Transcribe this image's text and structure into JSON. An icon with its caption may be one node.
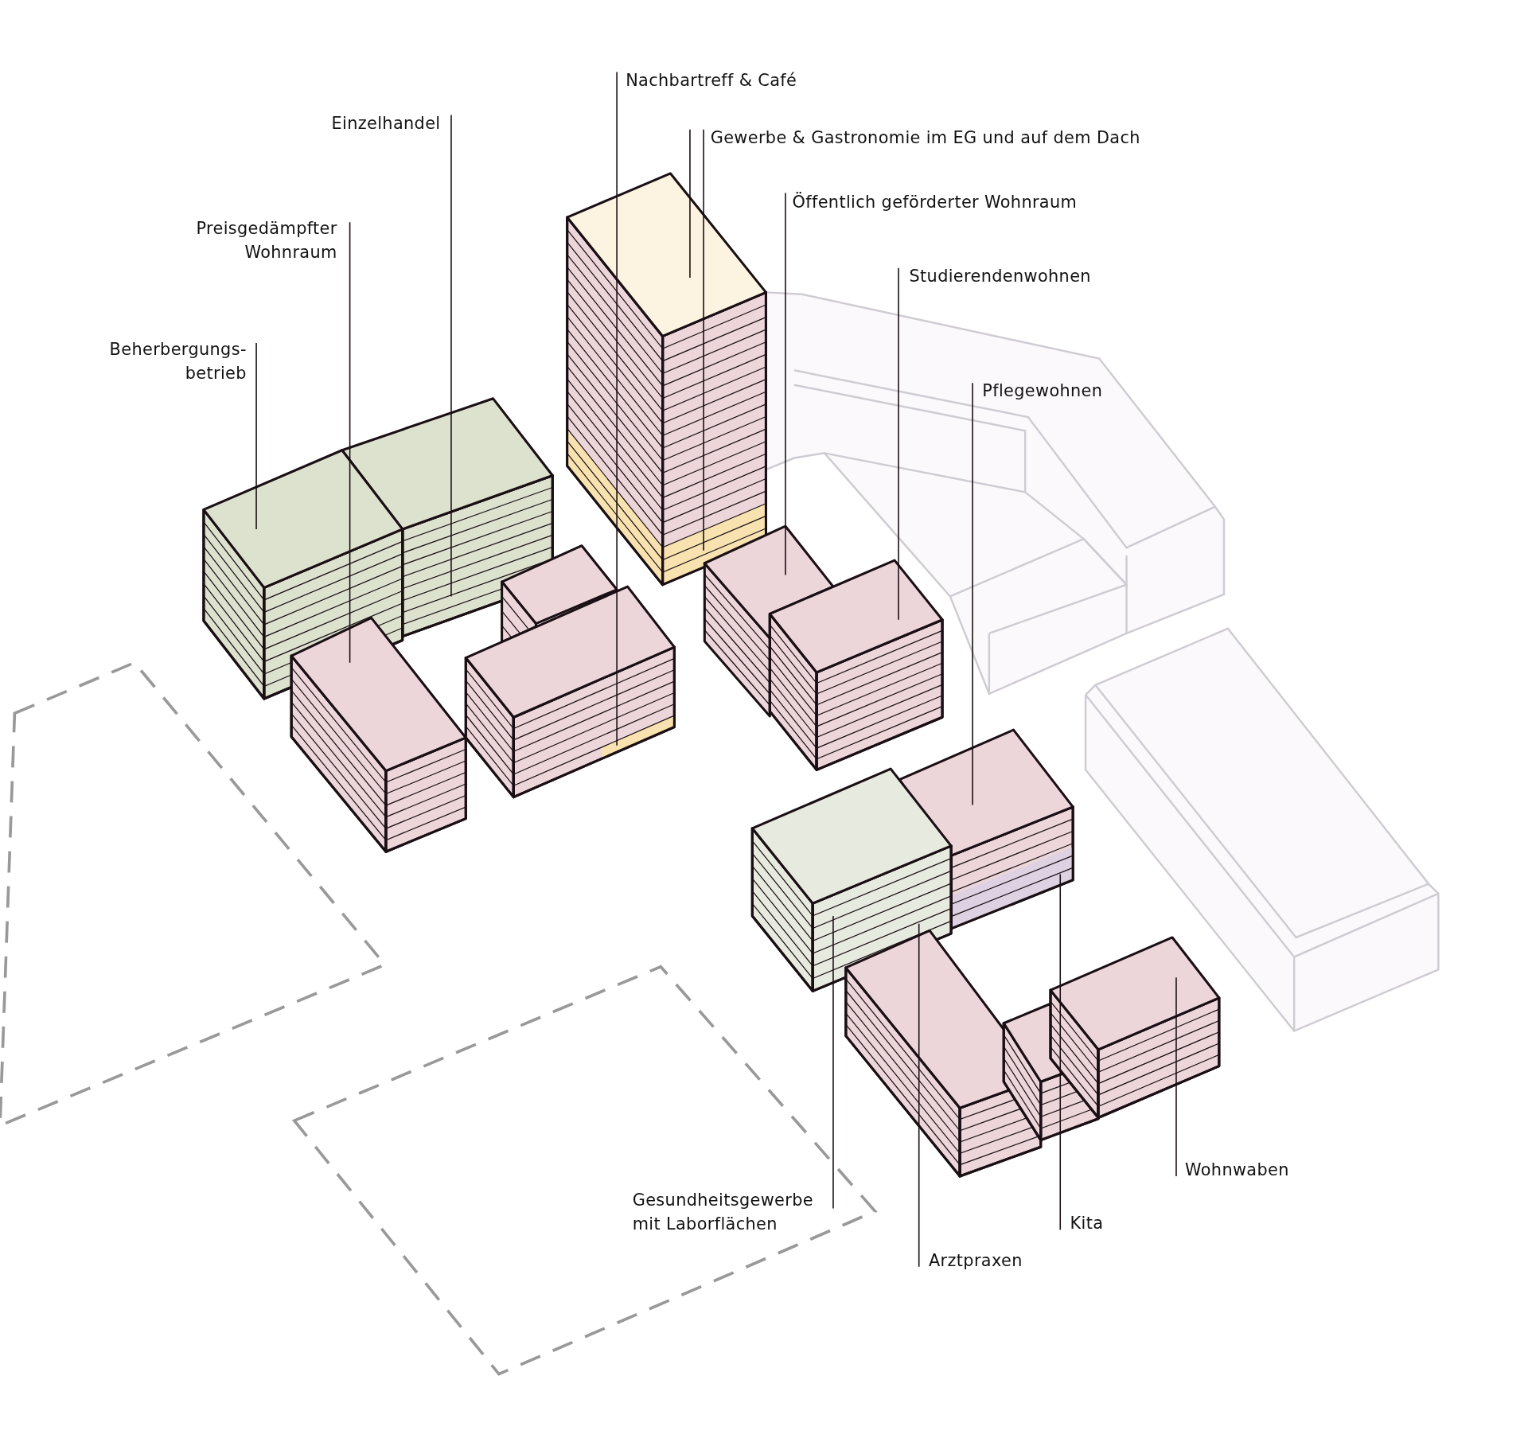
{
  "diagram": {
    "nodes": [
      {
        "text": [
          "Nachbartreff & Café"
        ]
      },
      {
        "text": [
          "Einzelhandel"
        ]
      },
      {
        "text": [
          "Gewerbe & Gastronomie im EG und auf dem Dach"
        ]
      },
      {
        "text": [
          "Preisgedämpfter Wohnraum"
        ]
      },
      {
        "text": [
          "Öffentlich geförderter Wohnraum"
        ]
      },
      {
        "text": [
          "Studierendenwohnen"
        ]
      },
      {
        "text": [
          "Beherbergungs- betrieb"
        ]
      },
      {
        "text": [
          "Pflegewohnen"
        ]
      },
      {
        "text": [
          "Wohnwaben"
        ]
      },
      {
        "text": [
          "Gesundheitsgewerbe mit Laborflächen"
        ]
      },
      {
        "text": [
          "Kita"
        ]
      },
      {
        "text": [
          "Arztpraxen"
        ]
      },
      {
        "text": [],
        "shape": "box"
      },
      {
        "text": [],
        "shape": "box"
      },
      {
        "text": [],
        "shape": "box"
      },
      {
        "text": [],
        "shape": "box"
      },
      {
        "text": [],
        "shape": "box"
      },
      {
        "text": [],
        "shape": "box"
      },
      {
        "text": [],
        "shape": "box"
      },
      {
        "text": [],
        "shape": "box"
      },
      {
        "text": [],
        "shape": "box"
      },
      {
        "text": [],
        "shape": "box"
      },
      {
        "text": [],
        "shape": "box"
      },
      {
        "text": [],
        "shape": "box"
      },
      {
        "text": [],
        "shape": "box"
      },
      {
        "text": [],
        "shape": "box"
      },
      {
        "text": [],
        "shape": "box"
      }
    ],
    "edges": [
      {
        "from": 0,
        "to": 15,
        "arrow": "none"
      },
      {
        "from": 1,
        "to": 13,
        "arrow": "none"
      },
      {
        "from": 2,
        "to": 16,
        "arrow": "none"
      },
      {
        "from": 2,
        "to": 17,
        "arrow": "none"
      },
      {
        "from": 3,
        "to": 14,
        "arrow": "none"
      },
      {
        "from": 4,
        "to": 18,
        "arrow": "none"
      },
      {
        "from": 5,
        "to": 19,
        "arrow": "none"
      },
      {
        "from": 6,
        "to": 12,
        "arrow": "none"
      },
      {
        "from": 7,
        "to": 20,
        "arrow": "none"
      },
      {
        "from": 8,
        "to": 24,
        "arrow": "none"
      },
      {
        "from": 9,
        "to": 21,
        "arrow": "none"
      },
      {
        "from": 10,
        "to": 23,
        "arrow": "none"
      },
      {
        "from": 11,
        "to": 22,
        "arrow": "none"
      }
    ]
  }
}
